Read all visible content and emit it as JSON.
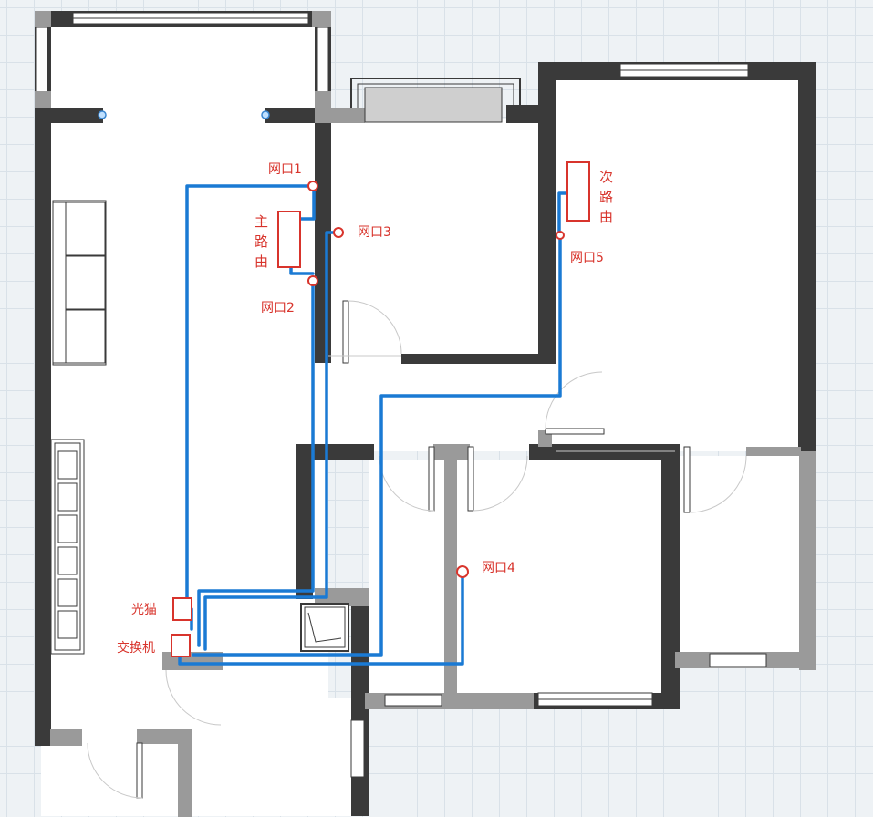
{
  "labels": {
    "port1": "网口1",
    "port2": "网口2",
    "port3": "网口3",
    "port4": "网口4",
    "port5": "网口5",
    "main_router": [
      "主",
      "路",
      "由"
    ],
    "sub_router": [
      "次",
      "路",
      "由"
    ],
    "optical_modem": "光猫",
    "switch": "交换机"
  },
  "colors": {
    "wall": "#3a3a3a",
    "wall_light": "#9a9a9a",
    "cable": "#1a7ad4",
    "annotation": "#d8342c"
  }
}
